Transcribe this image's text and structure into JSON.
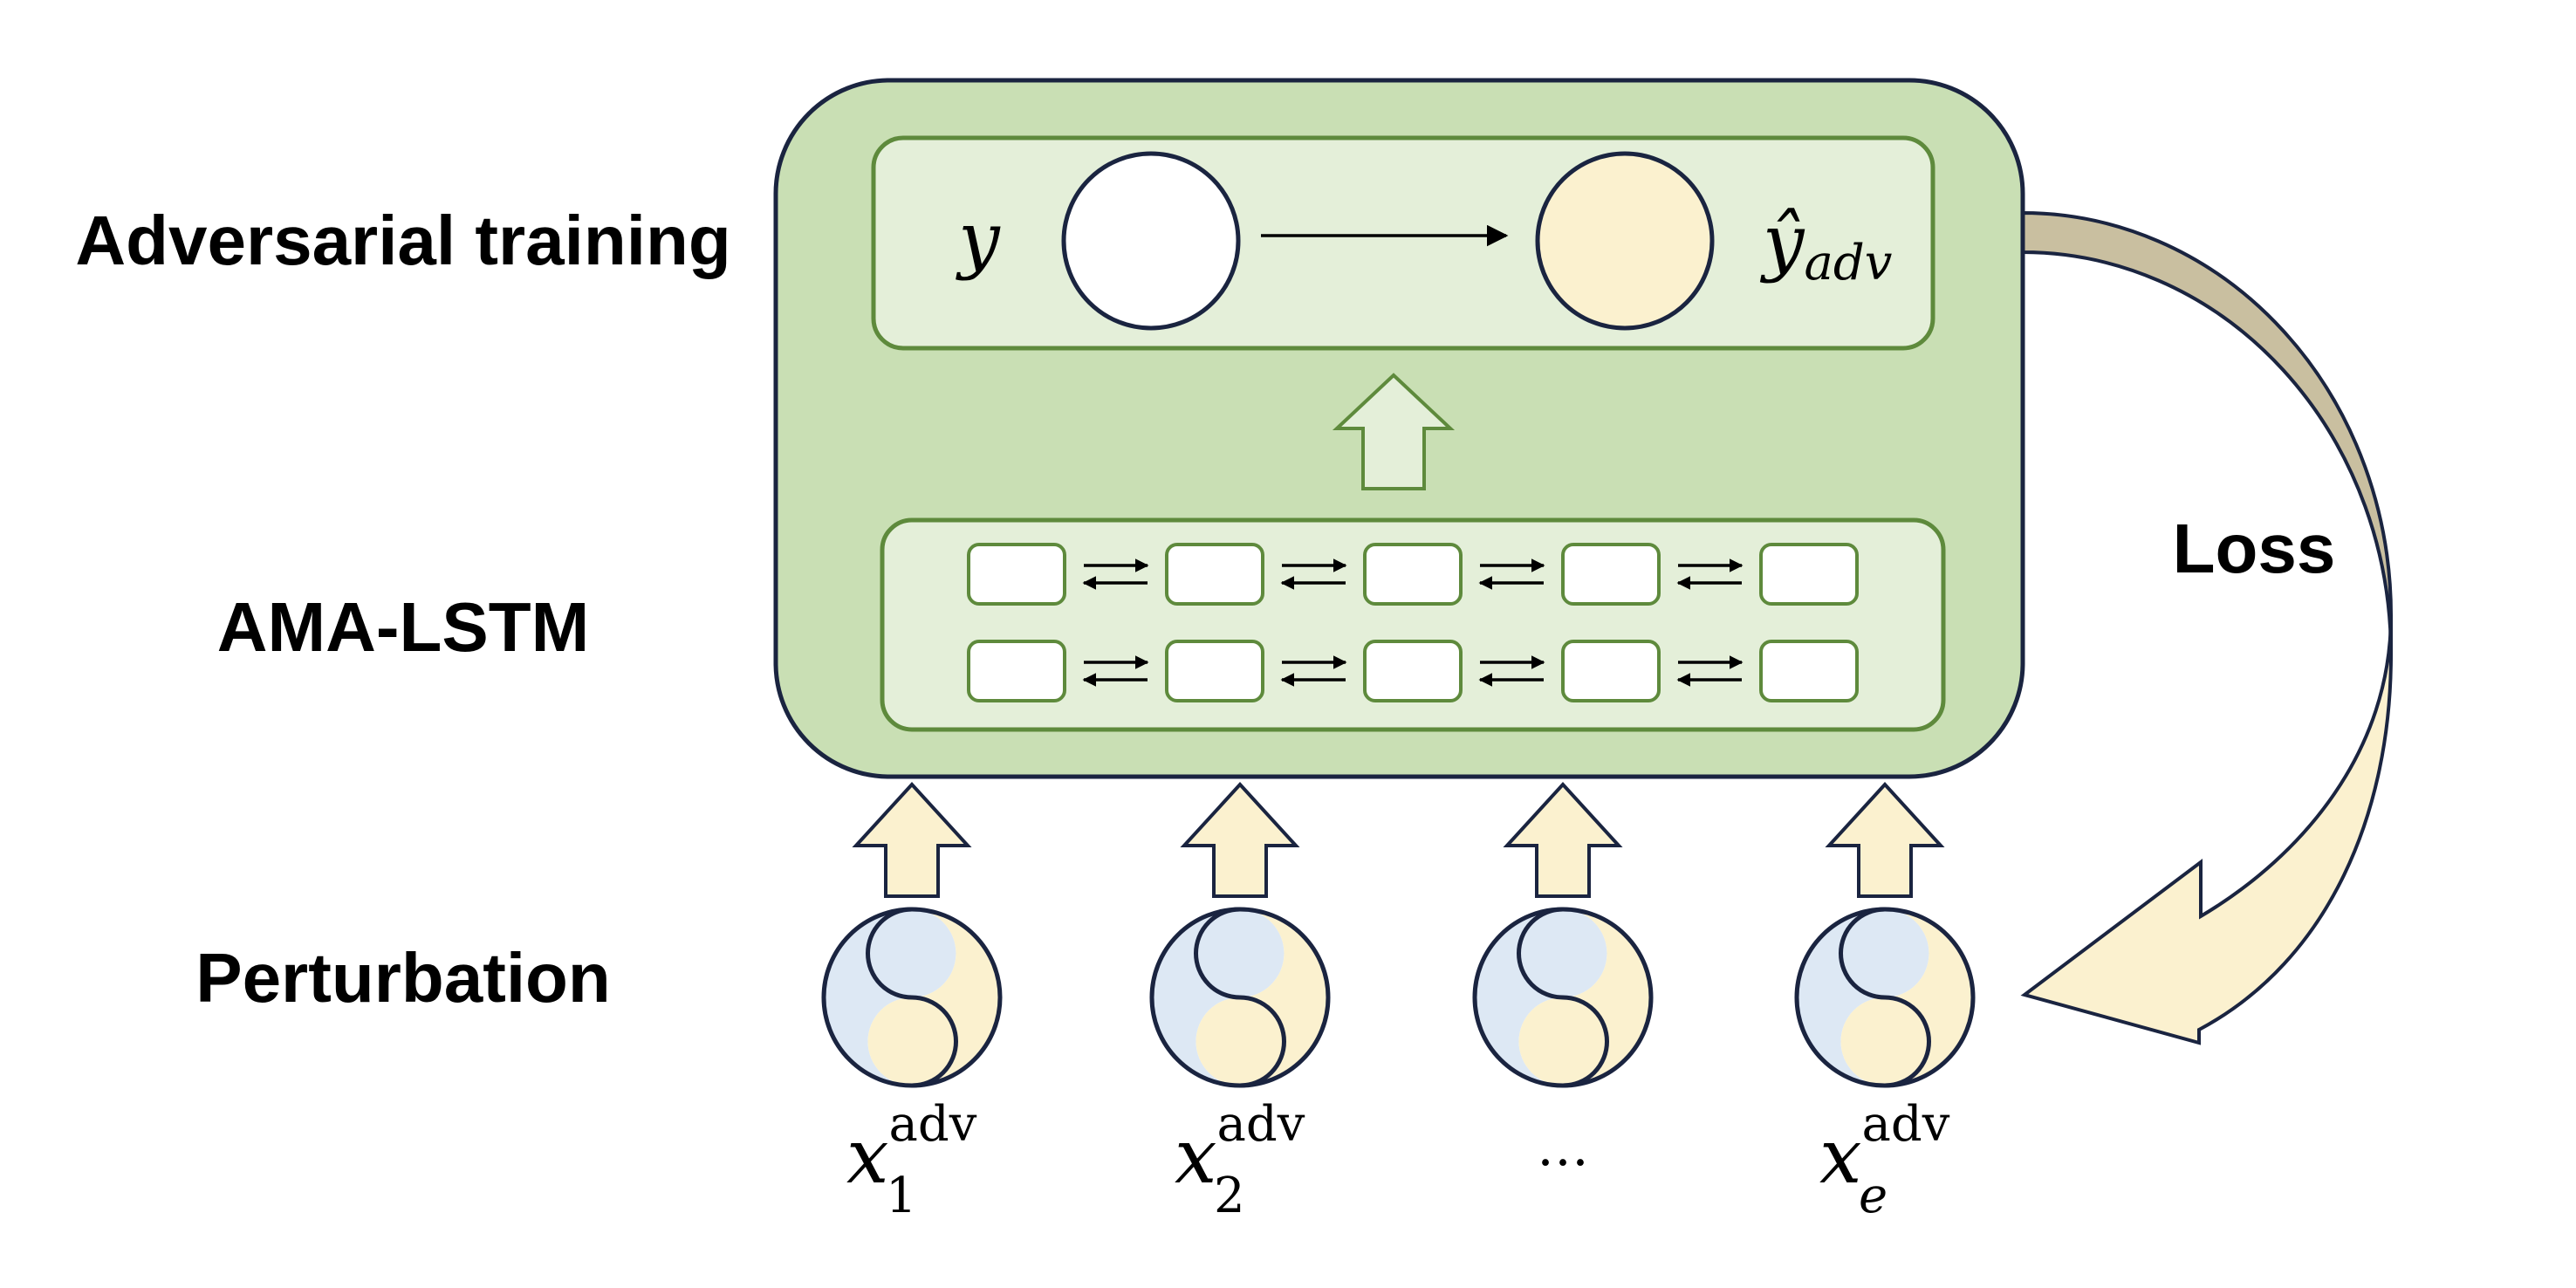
{
  "labels": {
    "adversarial_training": "Adversarial training",
    "ama_lstm": "AMA-LSTM",
    "perturbation": "Perturbation",
    "loss": "Loss"
  },
  "output": {
    "true_label": "y",
    "pred_base": "ŷ",
    "pred_sub": "adv"
  },
  "inputs": [
    {
      "base": "x",
      "sup": "adv",
      "sub": "1"
    },
    {
      "base": "x",
      "sup": "adv",
      "sub": "2"
    },
    {
      "ellipsis": "…"
    },
    {
      "base": "x",
      "sup": "adv",
      "sub": "e"
    }
  ],
  "lstm": {
    "rows": 2,
    "cells_per_row": 5
  },
  "colors": {
    "outer_fill": "#c9dfb4",
    "outer_stroke": "#1a2440",
    "inner_fill": "#e4efd9",
    "inner_stroke": "#5e8a3c",
    "cell_fill": "#ffffff",
    "cream": "#fbf1cf",
    "pale_blue": "#dde8f4",
    "navy": "#1a2440",
    "loss_band": "#c9bfa0"
  }
}
